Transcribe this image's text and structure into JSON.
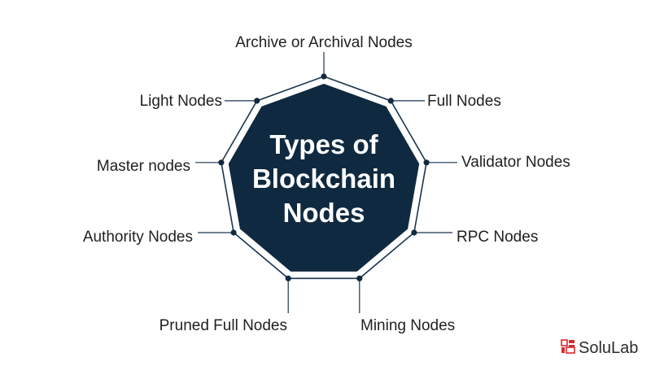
{
  "diagram": {
    "title_lines": [
      "Types of",
      "Blockchain",
      "Nodes"
    ],
    "nodes": [
      {
        "label": "Archive or Archival Nodes"
      },
      {
        "label": "Full Nodes"
      },
      {
        "label": "Validator Nodes"
      },
      {
        "label": "RPC Nodes"
      },
      {
        "label": "Mining Nodes"
      },
      {
        "label": "Pruned Full Nodes"
      },
      {
        "label": "Authority Nodes"
      },
      {
        "label": "Master nodes"
      },
      {
        "label": "Light Nodes"
      }
    ]
  },
  "brand": {
    "name": "SoluLab",
    "logo_icon": "solulab-logo-icon"
  },
  "colors": {
    "hub_fill": "#0f2940",
    "outline": "#1a3550",
    "text": "#1f1f1f",
    "logo_red": "#d8282f"
  }
}
